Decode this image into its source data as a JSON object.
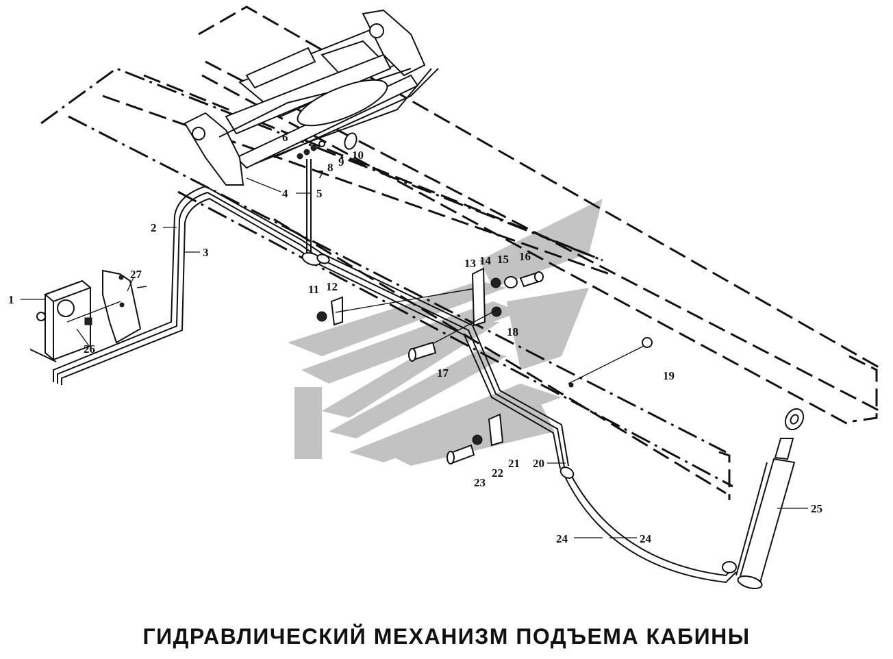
{
  "caption": "ГИДРАВЛИЧЕСКИЙ МЕХАНИЗМ ПОДЪЕМА КАБИНЫ",
  "watermark_color": "#b8b8b8",
  "ink_color": "#111111",
  "callouts": [
    "1",
    "2",
    "3",
    "4",
    "5",
    "6",
    "7",
    "8",
    "9",
    "10",
    "11",
    "12",
    "13",
    "14",
    "15",
    "16",
    "17",
    "18",
    "19",
    "20",
    "21",
    "22",
    "23",
    "24",
    "24",
    "25",
    "26",
    "27"
  ]
}
